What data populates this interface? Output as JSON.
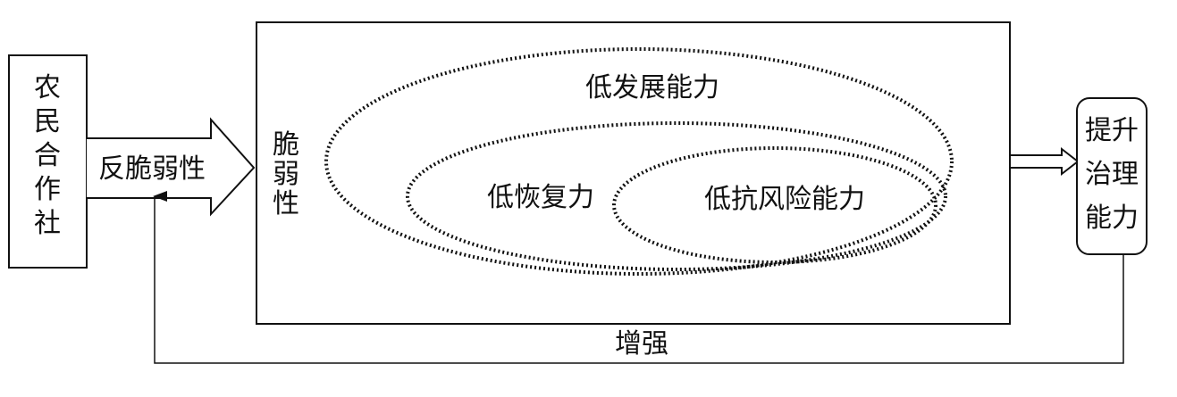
{
  "left_box": {
    "lines": [
      "农",
      "民",
      "合",
      "作",
      "社"
    ]
  },
  "input_arrow": {
    "label": "反脆弱性"
  },
  "main_box": {
    "side_label": [
      "脆",
      "弱",
      "性"
    ],
    "outer_ellipse_label": "低发展能力",
    "middle_ellipse_label": "低恢复力",
    "inner_ellipse_label": "低抗风险能力"
  },
  "right_box": {
    "lines": [
      "提升",
      "治理",
      "能力"
    ]
  },
  "feedback": {
    "label": "增强"
  },
  "colors": {
    "stroke": "#111111",
    "background": "#ffffff"
  }
}
